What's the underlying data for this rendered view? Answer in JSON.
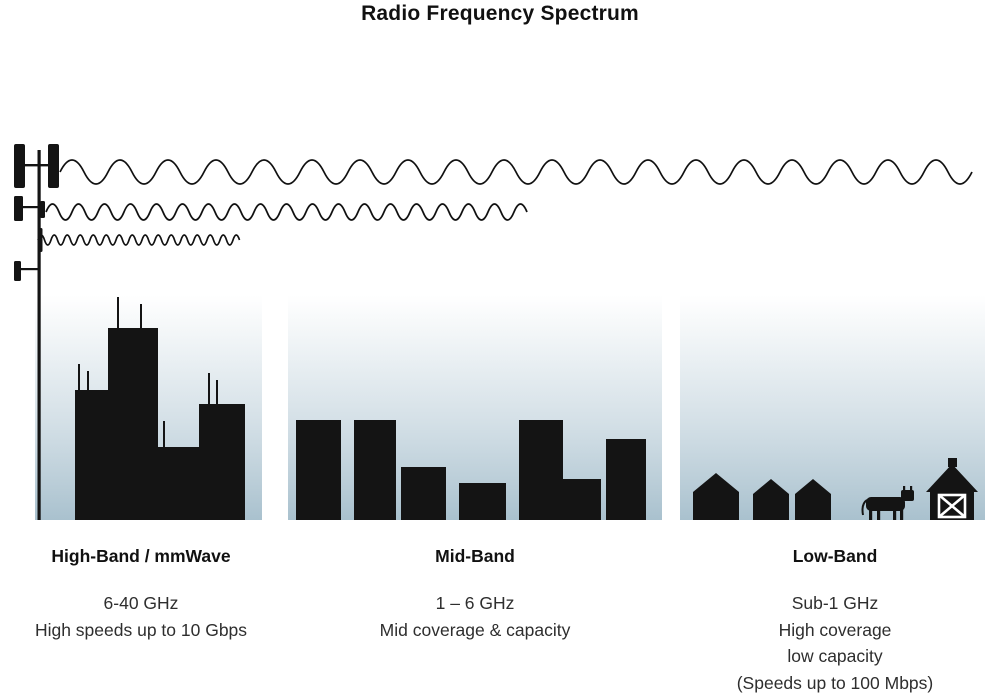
{
  "title": "Radio Frequency Spectrum",
  "bands": [
    {
      "name": "High-Band / mmWave",
      "range": "6-40 GHz",
      "details": [
        "High speeds up to 10 Gbps"
      ]
    },
    {
      "name": "Mid-Band",
      "range": "1 – 6 GHz",
      "details": [
        "Mid coverage & capacity"
      ]
    },
    {
      "name": "Low-Band",
      "range": "Sub-1 GHz",
      "details": [
        "High coverage",
        "low capacity",
        "(Speeds up to 100 Mbps)"
      ]
    }
  ],
  "colors": {
    "silhouette": "#141414",
    "gradient_bottom": "#a9c1ce"
  }
}
